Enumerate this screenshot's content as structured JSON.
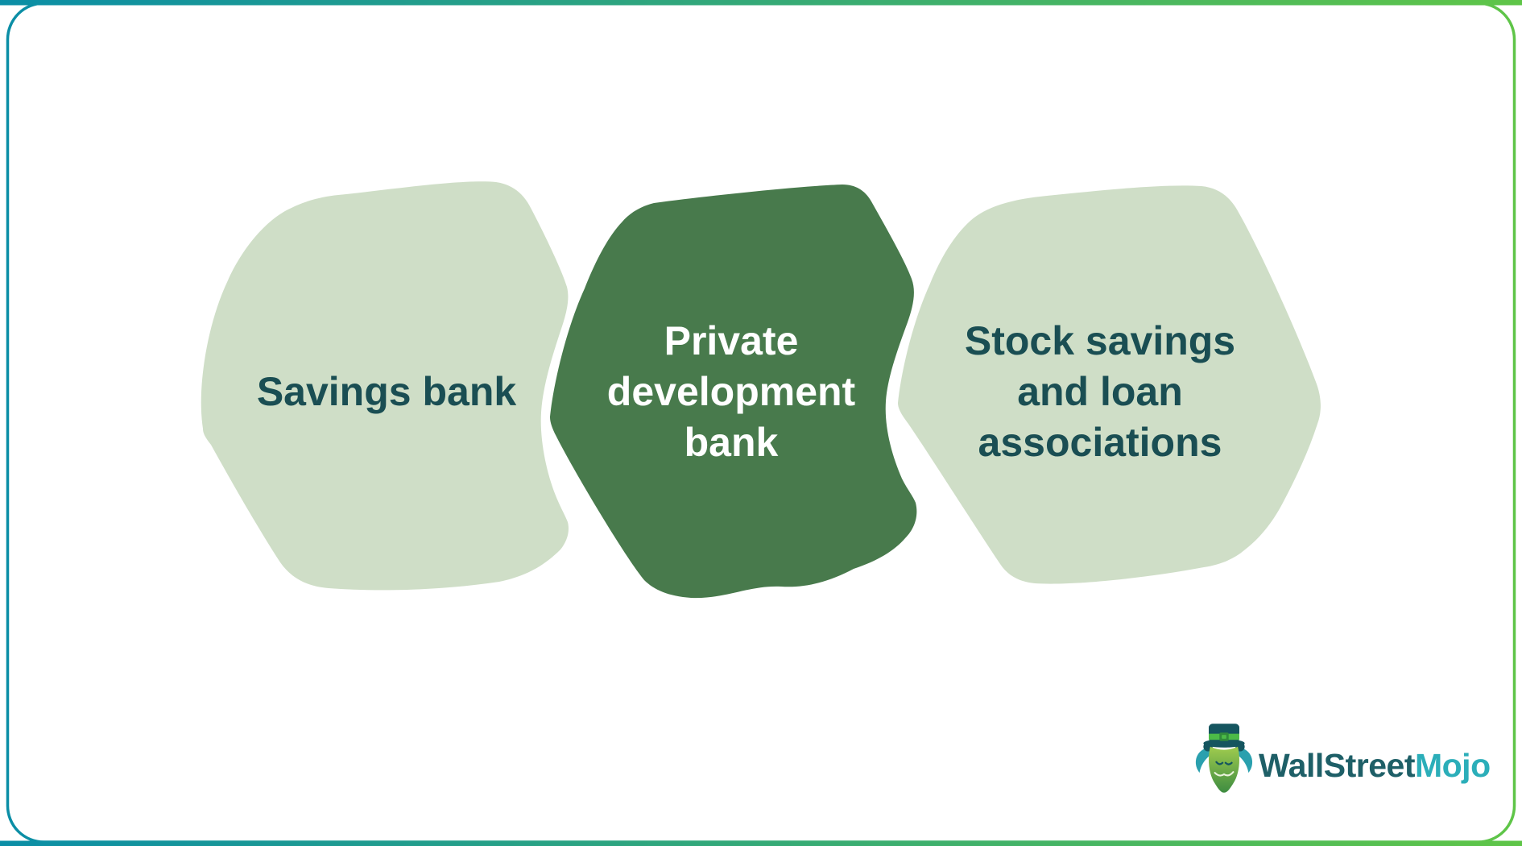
{
  "frame": {
    "background": "#FFFFFF",
    "gradient_start": "#0B8EA6",
    "gradient_end": "#5FC548"
  },
  "diagram": {
    "items": [
      {
        "label": "Savings bank",
        "lines": [
          "Savings bank"
        ],
        "fill": "#CFDEC7",
        "text_color": "#1A4E53"
      },
      {
        "label": "Private development bank",
        "lines": [
          "Private",
          "development",
          "bank"
        ],
        "fill": "#487A4C",
        "text_color": "#FFFFFF"
      },
      {
        "label": "Stock savings and loan associations",
        "lines": [
          "Stock savings",
          "and loan",
          "associations"
        ],
        "fill": "#CFDEC7",
        "text_color": "#1A4E53"
      }
    ]
  },
  "logo": {
    "brand_first": "WallStreet",
    "brand_second": "Mojo",
    "brand_first_color": "#1E5F67",
    "brand_second_color": "#2BAEB9",
    "icon": "bull-mascot-icon",
    "icon_colors": {
      "hat": "#15555F",
      "band": "#4CBB47",
      "horn": "#2AA0AE",
      "face_top": "#9FCB4E",
      "face_bottom": "#3E8C41"
    }
  }
}
